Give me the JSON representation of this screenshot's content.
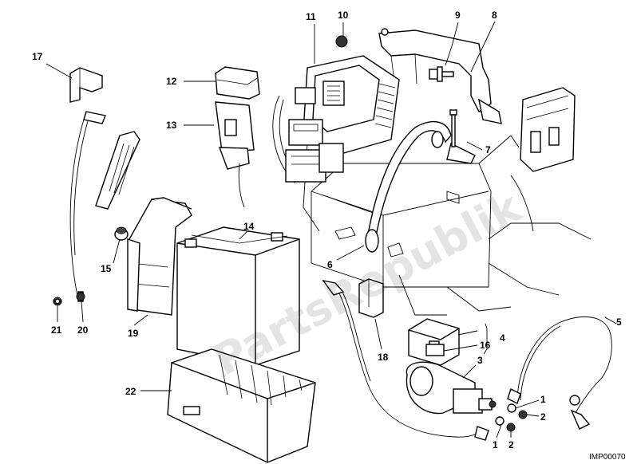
{
  "watermark": "PartsRepublik",
  "reference_code": "IMP00070",
  "callouts": {
    "c1a": "1",
    "c1b": "1",
    "c2a": "2",
    "c2b": "2",
    "c3": "3",
    "c4": "4",
    "c5": "5",
    "c6": "6",
    "c7": "7",
    "c8": "8",
    "c9": "9",
    "c10": "10",
    "c11": "11",
    "c12": "12",
    "c13": "13",
    "c14": "14",
    "c15": "15",
    "c16": "16",
    "c17": "17",
    "c18": "18",
    "c19": "19",
    "c20": "20",
    "c21": "21",
    "c22": "22"
  }
}
